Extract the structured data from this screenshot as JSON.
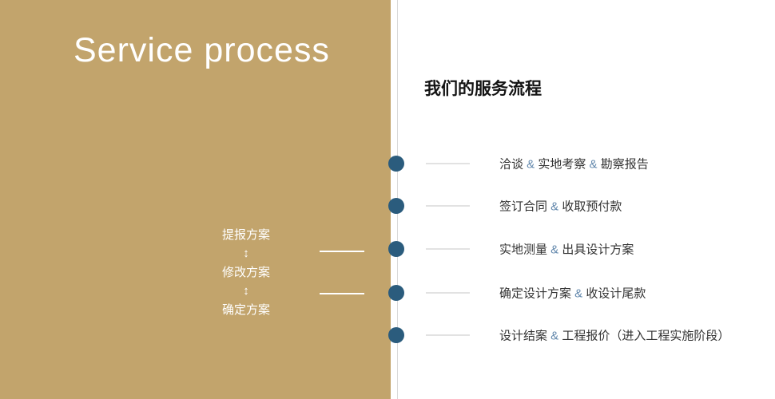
{
  "left_panel": {
    "title": "Service process",
    "steps": [
      "提报方案",
      "修改方案",
      "确定方案"
    ],
    "arrow_glyph": "↕"
  },
  "right_panel": {
    "title": "我们的服务流程",
    "rows": [
      {
        "text": "洽谈 & 实地考察 & 勘察报告"
      },
      {
        "text": "签订合同 & 收取预付款"
      },
      {
        "text": "实地测量 & 出具设计方案"
      },
      {
        "text": "确定设计方案 & 收设计尾款"
      },
      {
        "text": "设计结案 & 工程报价（进入工程实施阶段）"
      }
    ]
  },
  "colors": {
    "panel_gold": "#c2a46c",
    "dot_blue": "#2b5c7d",
    "ampersand_blue": "#6489ad",
    "divider_gray": "#d9d9d9",
    "text_dark": "#333333"
  }
}
